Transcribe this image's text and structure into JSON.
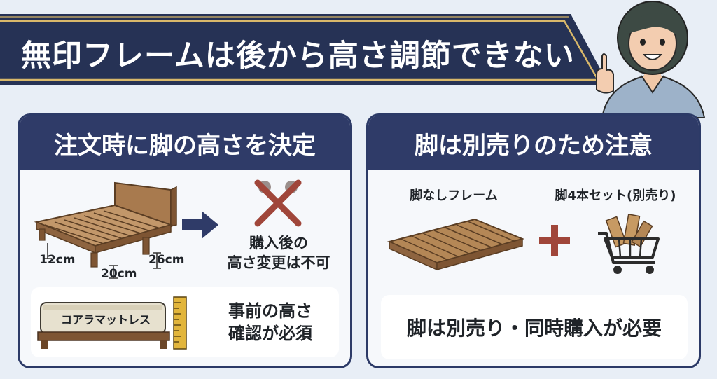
{
  "banner": {
    "title": "無印フレームは後から高さ調節できない"
  },
  "left_panel": {
    "title": "注文時に脚の高さを決定",
    "heights": [
      "12cm",
      "20cm",
      "26cm"
    ],
    "no_change_note": [
      "購入後の",
      "高さ変更は不可"
    ],
    "mattress_label": "コアラマットレス",
    "check_note": [
      "事前の高さ",
      "確認が必須"
    ]
  },
  "right_panel": {
    "title": "脚は別売りのため注意",
    "frame_label": "脚なしフレーム",
    "legs_label": "脚4本セット(別売り)",
    "summary": "脚は別売り・同時購入が必要"
  },
  "colors": {
    "navy": "#2f3b68",
    "gold": "#d9b86a",
    "wood": "#a87a4e",
    "red_cross": "#a0463a"
  },
  "icons": [
    "bed-frame-illustration",
    "arrow-right-icon",
    "cross-mark-icon",
    "ruler-icon",
    "plus-icon",
    "shopping-cart-icon",
    "presenter-avatar"
  ]
}
